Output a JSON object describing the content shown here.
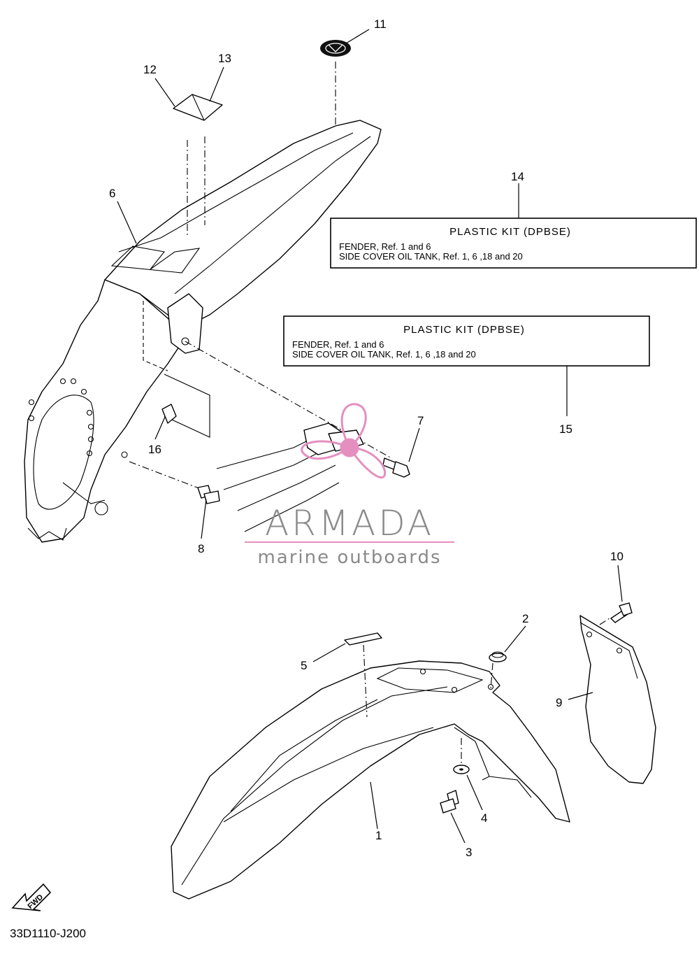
{
  "callouts": {
    "c1": "1",
    "c2": "2",
    "c3": "3",
    "c4": "4",
    "c5": "5",
    "c6": "6",
    "c7": "7",
    "c8": "8",
    "c9": "9",
    "c10": "10",
    "c11": "11",
    "c12": "12",
    "c13": "13",
    "c14": "14",
    "c15": "15",
    "c16": "16"
  },
  "kit_boxes": [
    {
      "title": "PLASTIC KIT (DPBSE)",
      "line1": "FENDER, Ref. 1 and 6",
      "line2": "SIDE COVER OIL TANK, Ref. 1, 6 ,18 and 20"
    },
    {
      "title": "PLASTIC KIT (DPBSE)",
      "line1": "FENDER, Ref. 1 and 6",
      "line2": "SIDE COVER OIL TANK, Ref. 1, 6 ,18 and 20"
    }
  ],
  "fwd_label": "FWD",
  "diagram_code": "33D1110-J200",
  "watermark": {
    "brand": "ARMADA",
    "tagline": "marine outboards",
    "color": "#e58fc0",
    "text_color": "#8a8a8a"
  }
}
